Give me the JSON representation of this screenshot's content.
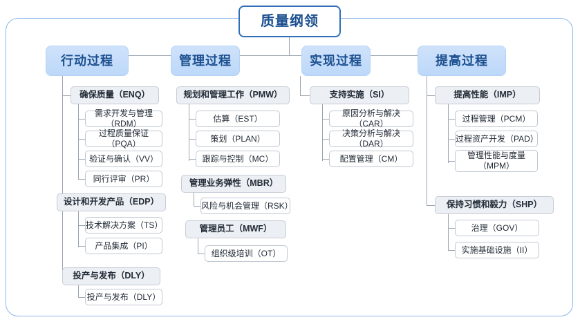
{
  "diagram": {
    "type": "tree",
    "title": "质量纲领",
    "branches": [
      {
        "id": "action",
        "label": "行动过程",
        "groups": [
          {
            "label": "确保质量（ENQ）",
            "children": [
              "需求开发与管理（RDM）",
              "过程质量保证（PQA）",
              "验证与确认（VV）",
              "同行评审（PR）"
            ]
          },
          {
            "label": "设计和开发产品（EDP）",
            "children": [
              "技术解决方案（TS）",
              "产品集成（PI）"
            ]
          },
          {
            "label": "投产与发布（DLY）",
            "children": [
              "投产与发布（DLY）"
            ]
          }
        ]
      },
      {
        "id": "management",
        "label": "管理过程",
        "groups": [
          {
            "label": "规划和管理工作（PMW）",
            "children": [
              "估算（EST）",
              "策划（PLAN）",
              "跟踪与控制（MC）"
            ]
          },
          {
            "label": "管理业务弹性（MBR）",
            "children": [
              "风险与机会管理（RSK）"
            ]
          },
          {
            "label": "管理员工（MWF）",
            "children": [
              "组织级培训（OT）"
            ]
          }
        ]
      },
      {
        "id": "implement",
        "label": "实现过程",
        "groups": [
          {
            "label": "支持实施（SI）",
            "children": [
              "原因分析与解决（CAR）",
              "决策分析与解决（DAR）",
              "配置管理（CM）"
            ]
          }
        ]
      },
      {
        "id": "improve",
        "label": "提高过程",
        "groups": [
          {
            "label": "提高性能（IMP）",
            "children": [
              "过程管理（PCM）",
              "过程资产开发（PAD）",
              "管理性能与度量（MPM）"
            ]
          },
          {
            "label": "保持习惯和毅力（SHP）",
            "children": [
              "治理（GOV）",
              "实施基础设施（II）"
            ]
          }
        ]
      }
    ],
    "colors": {
      "frame_border": "#8ab6e8",
      "root_border": "#2f6fb8",
      "root_text": "#1b4f8f",
      "level1_fill": "#c6ddfa",
      "level2_fill": "#eceff3",
      "level3_fill": "#ffffff",
      "line": "#9aa4b1"
    }
  }
}
